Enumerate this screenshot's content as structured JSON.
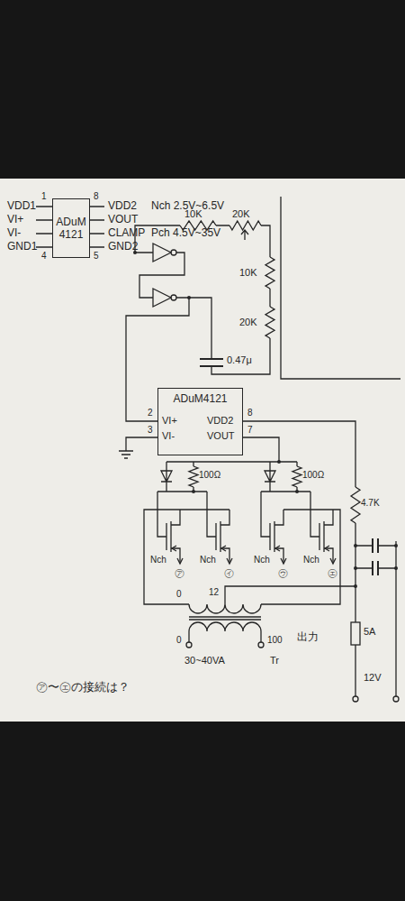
{
  "diagram": {
    "nodes": [
      {
        "text": [
          "ADuM 4121"
        ]
      },
      {
        "text": [
          "ADuM4121"
        ]
      }
    ],
    "labels": [
      "VDD1",
      "VI+",
      "VI-",
      "GND1",
      "1",
      "4",
      "8",
      "5",
      "VDD2",
      "VOUT",
      "CLAMP",
      "GND2",
      "Nch 2.5V~6.5V",
      "Pch 4.5V~35V",
      "10K",
      "20K",
      "10K",
      "20K",
      "0.47μ",
      "2",
      "3",
      "VI+",
      "VI-",
      "VDD2",
      "VOUT",
      "8",
      "7",
      "100Ω",
      "100Ω",
      "Nch",
      "Nch",
      "Nch",
      "Nch",
      "㋐",
      "㋑",
      "㋒",
      "㋓",
      "4.7K",
      "5A",
      "12V",
      "0",
      "12",
      "0",
      "100",
      "出力",
      "30~40VA",
      "Tr",
      "㋐〜㋓の接続は？"
    ]
  }
}
